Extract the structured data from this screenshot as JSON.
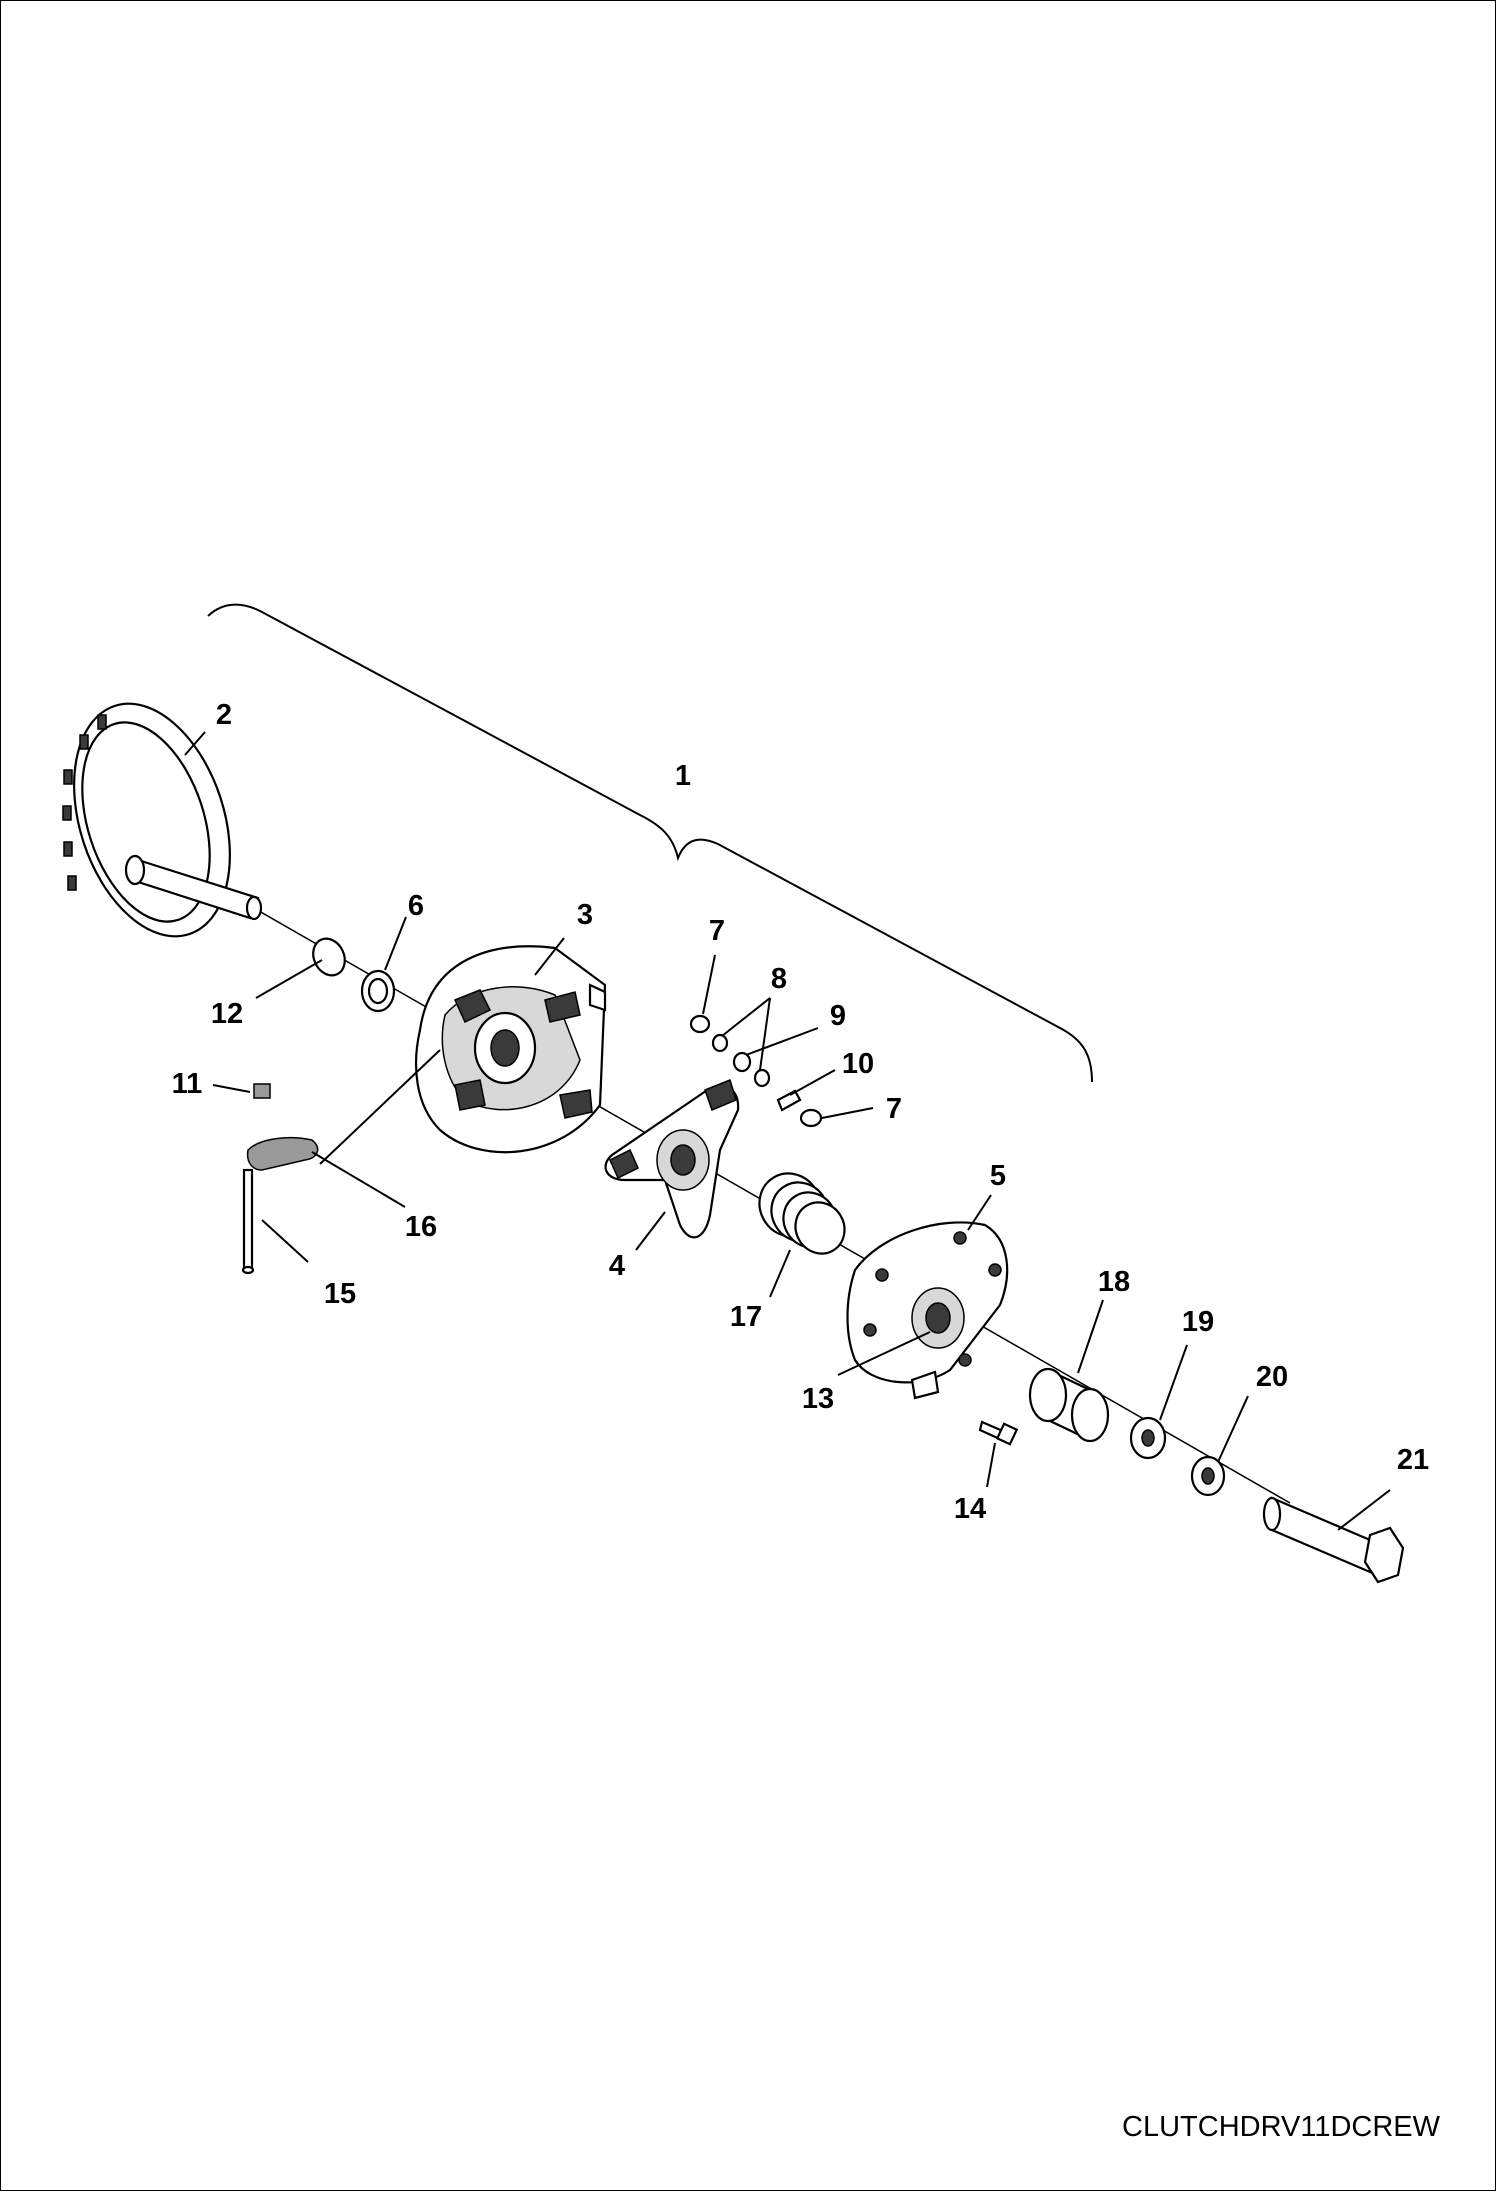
{
  "diagram": {
    "callouts": [
      "1",
      "2",
      "3",
      "4",
      "5",
      "6",
      "7",
      "7",
      "8",
      "9",
      "10",
      "11",
      "12",
      "13",
      "14",
      "15",
      "16",
      "17",
      "18",
      "19",
      "20",
      "21"
    ],
    "drawing_code": "CLUTCHDRV11DCREW"
  }
}
